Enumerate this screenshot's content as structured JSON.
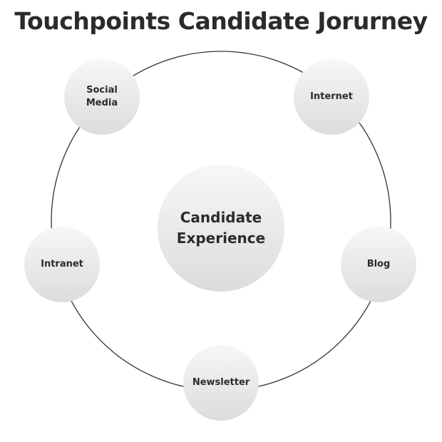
{
  "title": "Touchpoints Candidate Jorurney",
  "center": "Candidate\nExperience",
  "nodes": [
    "Social\nMedia",
    "Internet",
    "Intranet",
    "Blog",
    "Newsletter"
  ]
}
